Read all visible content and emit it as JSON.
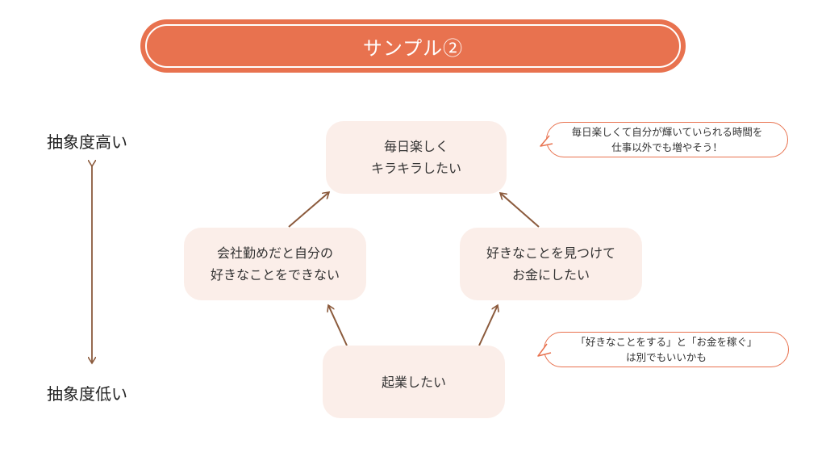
{
  "title": "サンプル②",
  "axis": {
    "high_label": "抽象度高い",
    "low_label": "抽象度低い"
  },
  "nodes": {
    "top": {
      "line1": "毎日楽しく",
      "line2": "キラキラしたい"
    },
    "left": {
      "line1": "会社勤めだと自分の",
      "line2": "好きなことをできない"
    },
    "right": {
      "line1": "好きなことを見つけて",
      "line2": "お金にしたい"
    },
    "bottom": {
      "line1": "起業したい"
    }
  },
  "callouts": {
    "top": {
      "line1": "毎日楽しくて自分が輝いていられる時間を",
      "line2": "仕事以外でも増やそう！"
    },
    "bottom": {
      "line1": "「好きなことをする」と「お金を稼ぐ」",
      "line2": "は別でもいいかも"
    }
  },
  "colors": {
    "accent": "#e8724f",
    "node_fill": "#fbeee9",
    "arrow": "#8b5a3c"
  }
}
